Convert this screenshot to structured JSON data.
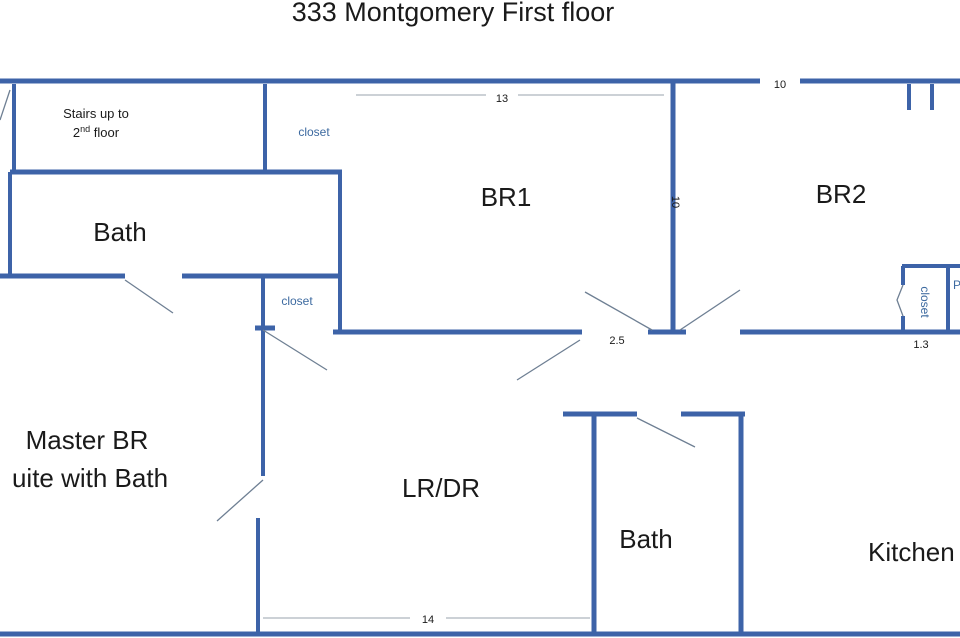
{
  "title": "333 Montgomery First floor",
  "rooms": {
    "stairs_line1": "Stairs up to",
    "stairs_line2_num": "2",
    "stairs_line2_sup": "nd",
    "stairs_line2_rest": " floor",
    "bath_upper": "Bath",
    "br1": "BR1",
    "br2": "BR2",
    "master_line1": "Master BR",
    "master_line2": "uite with Bath",
    "lrdr": "LR/DR",
    "bath_lower": "Bath",
    "kitchen": "Kitchen"
  },
  "closets": {
    "upper": "closet",
    "middle": "closet",
    "br2": "closet",
    "edge_letter": "P"
  },
  "dimensions": {
    "top_br1": "13",
    "top_br2": "10",
    "br1_side": "10",
    "door_gap": "2.5",
    "closet_width": "1.3",
    "bottom": "14"
  },
  "colors": {
    "wall": "#3d63a8",
    "closet_text": "#3d6aa0",
    "door_swing": "#6e7f93"
  }
}
